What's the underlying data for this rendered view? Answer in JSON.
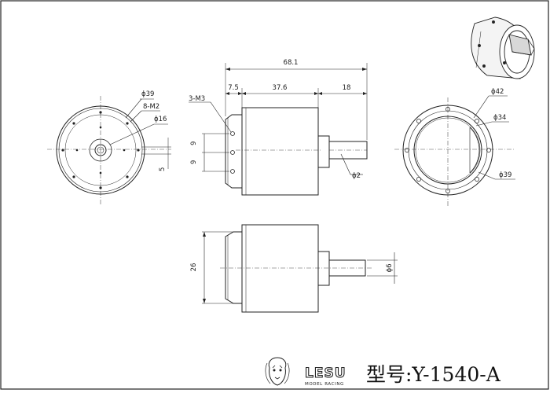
{
  "dimensions": {
    "overall_length": "68.1",
    "flange_len": "7.5",
    "body_len": "37.6",
    "shaft_len": "18",
    "thread_holes": "3-M3",
    "front_od": "ϕ39",
    "front_holes": "8-M2",
    "front_center": "ϕ16",
    "front_offset": "5",
    "hole_spacing_a": "9",
    "hole_spacing_b": "9",
    "shaft_flat": "ϕ2",
    "height": "26",
    "shaft_dia": "ϕ6",
    "rear_od": "ϕ42",
    "rear_bore": "ϕ34",
    "rear_pcd": "ϕ39"
  },
  "title_block": {
    "brand": "LESU",
    "brand_sub": "MODEL RACING",
    "model": "型号:Y-1540-A"
  },
  "colors": {
    "line": "#222222",
    "thin": "#444444"
  },
  "icons": [
    "lion-logo-icon"
  ]
}
